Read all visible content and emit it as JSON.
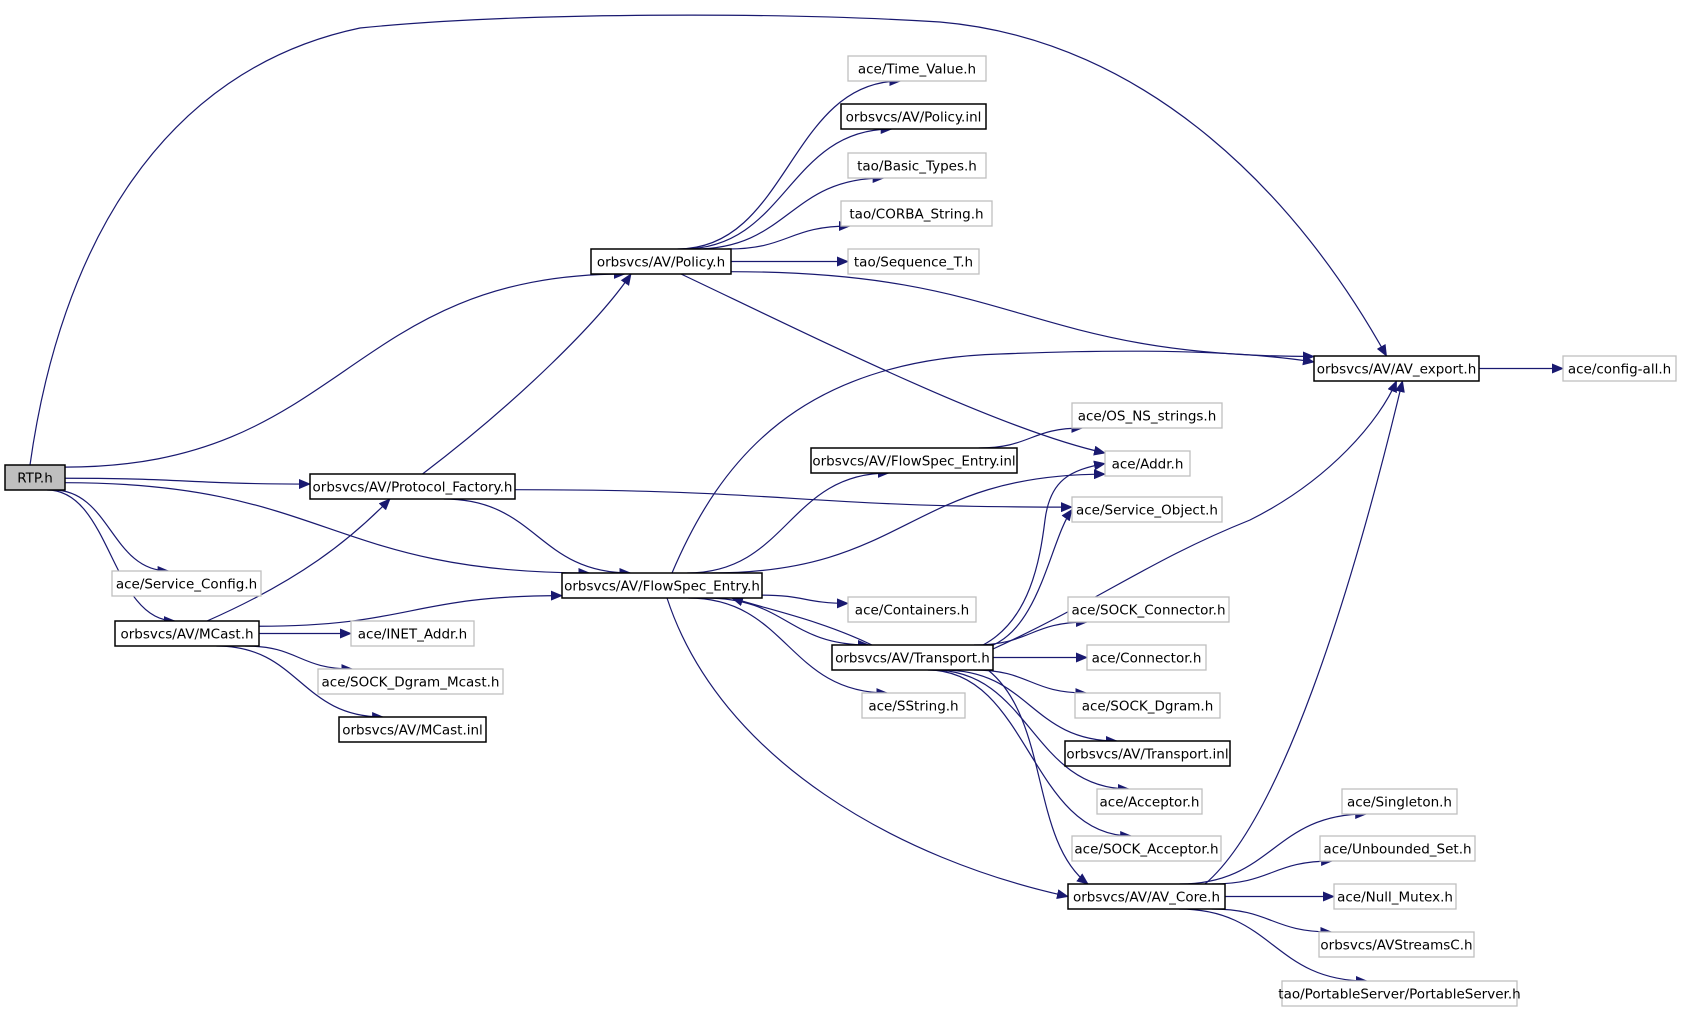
{
  "graph": {
    "nodes": [
      {
        "id": "rtp",
        "label": "RTP.h",
        "kind": "root"
      },
      {
        "id": "time_value",
        "label": "ace/Time_Value.h",
        "kind": "external"
      },
      {
        "id": "policy_inl",
        "label": "orbsvcs/AV/Policy.inl",
        "kind": "documented"
      },
      {
        "id": "basic_types",
        "label": "tao/Basic_Types.h",
        "kind": "external"
      },
      {
        "id": "corba_string",
        "label": "tao/CORBA_String.h",
        "kind": "external"
      },
      {
        "id": "policy_h",
        "label": "orbsvcs/AV/Policy.h",
        "kind": "documented"
      },
      {
        "id": "sequence_t",
        "label": "tao/Sequence_T.h",
        "kind": "external"
      },
      {
        "id": "av_export",
        "label": "orbsvcs/AV/AV_export.h",
        "kind": "documented"
      },
      {
        "id": "config_all",
        "label": "ace/config-all.h",
        "kind": "external"
      },
      {
        "id": "os_ns_strings",
        "label": "ace/OS_NS_strings.h",
        "kind": "external"
      },
      {
        "id": "flowspec_inl",
        "label": "orbsvcs/AV/FlowSpec_Entry.inl",
        "kind": "documented"
      },
      {
        "id": "addr",
        "label": "ace/Addr.h",
        "kind": "external"
      },
      {
        "id": "protocol_factory",
        "label": "orbsvcs/AV/Protocol_Factory.h",
        "kind": "documented"
      },
      {
        "id": "service_object",
        "label": "ace/Service_Object.h",
        "kind": "external"
      },
      {
        "id": "service_config",
        "label": "ace/Service_Config.h",
        "kind": "external"
      },
      {
        "id": "flowspec_entry",
        "label": "orbsvcs/AV/FlowSpec_Entry.h",
        "kind": "documented"
      },
      {
        "id": "containers",
        "label": "ace/Containers.h",
        "kind": "external"
      },
      {
        "id": "sock_connector",
        "label": "ace/SOCK_Connector.h",
        "kind": "external"
      },
      {
        "id": "mcast_h",
        "label": "orbsvcs/AV/MCast.h",
        "kind": "documented"
      },
      {
        "id": "inet_addr",
        "label": "ace/INET_Addr.h",
        "kind": "external"
      },
      {
        "id": "transport_h",
        "label": "orbsvcs/AV/Transport.h",
        "kind": "documented"
      },
      {
        "id": "connector",
        "label": "ace/Connector.h",
        "kind": "external"
      },
      {
        "id": "sock_dgram_mcast",
        "label": "ace/SOCK_Dgram_Mcast.h",
        "kind": "external"
      },
      {
        "id": "sstring",
        "label": "ace/SString.h",
        "kind": "external"
      },
      {
        "id": "sock_dgram",
        "label": "ace/SOCK_Dgram.h",
        "kind": "external"
      },
      {
        "id": "mcast_inl",
        "label": "orbsvcs/AV/MCast.inl",
        "kind": "documented"
      },
      {
        "id": "transport_inl",
        "label": "orbsvcs/AV/Transport.inl",
        "kind": "documented"
      },
      {
        "id": "acceptor",
        "label": "ace/Acceptor.h",
        "kind": "external"
      },
      {
        "id": "singleton",
        "label": "ace/Singleton.h",
        "kind": "external"
      },
      {
        "id": "sock_acceptor",
        "label": "ace/SOCK_Acceptor.h",
        "kind": "external"
      },
      {
        "id": "unbounded_set",
        "label": "ace/Unbounded_Set.h",
        "kind": "external"
      },
      {
        "id": "av_core",
        "label": "orbsvcs/AV/AV_Core.h",
        "kind": "documented"
      },
      {
        "id": "null_mutex",
        "label": "ace/Null_Mutex.h",
        "kind": "external"
      },
      {
        "id": "avstreamsc",
        "label": "orbsvcs/AVStreamsC.h",
        "kind": "external"
      },
      {
        "id": "portable_server",
        "label": "tao/PortableServer/PortableServer.h",
        "kind": "external"
      }
    ],
    "edges": [
      [
        "rtp",
        "av_export"
      ],
      [
        "rtp",
        "policy_h"
      ],
      [
        "rtp",
        "protocol_factory"
      ],
      [
        "rtp",
        "flowspec_entry"
      ],
      [
        "rtp",
        "service_config"
      ],
      [
        "rtp",
        "mcast_h"
      ],
      [
        "policy_h",
        "time_value"
      ],
      [
        "policy_h",
        "policy_inl"
      ],
      [
        "policy_h",
        "basic_types"
      ],
      [
        "policy_h",
        "corba_string"
      ],
      [
        "policy_h",
        "sequence_t"
      ],
      [
        "policy_h",
        "av_export"
      ],
      [
        "policy_h",
        "addr"
      ],
      [
        "av_export",
        "config_all"
      ],
      [
        "flowspec_inl",
        "os_ns_strings"
      ],
      [
        "protocol_factory",
        "policy_h"
      ],
      [
        "protocol_factory",
        "service_object"
      ],
      [
        "protocol_factory",
        "flowspec_entry"
      ],
      [
        "mcast_h",
        "protocol_factory"
      ],
      [
        "mcast_h",
        "flowspec_entry"
      ],
      [
        "mcast_h",
        "inet_addr"
      ],
      [
        "mcast_h",
        "sock_dgram_mcast"
      ],
      [
        "mcast_h",
        "mcast_inl"
      ],
      [
        "flowspec_entry",
        "av_export"
      ],
      [
        "flowspec_entry",
        "flowspec_inl"
      ],
      [
        "flowspec_entry",
        "addr"
      ],
      [
        "flowspec_entry",
        "containers"
      ],
      [
        "flowspec_entry",
        "transport_h"
      ],
      [
        "flowspec_entry",
        "sstring"
      ],
      [
        "flowspec_entry",
        "av_core"
      ],
      [
        "transport_h",
        "flowspec_entry"
      ],
      [
        "transport_h",
        "addr"
      ],
      [
        "transport_h",
        "service_object"
      ],
      [
        "transport_h",
        "av_export"
      ],
      [
        "transport_h",
        "sock_connector"
      ],
      [
        "transport_h",
        "connector"
      ],
      [
        "transport_h",
        "sock_dgram"
      ],
      [
        "transport_h",
        "transport_inl"
      ],
      [
        "transport_h",
        "acceptor"
      ],
      [
        "transport_h",
        "sock_acceptor"
      ],
      [
        "transport_h",
        "av_core"
      ],
      [
        "av_core",
        "av_export"
      ],
      [
        "av_core",
        "singleton"
      ],
      [
        "av_core",
        "unbounded_set"
      ],
      [
        "av_core",
        "null_mutex"
      ],
      [
        "av_core",
        "avstreamsc"
      ],
      [
        "av_core",
        "portable_server"
      ]
    ]
  }
}
